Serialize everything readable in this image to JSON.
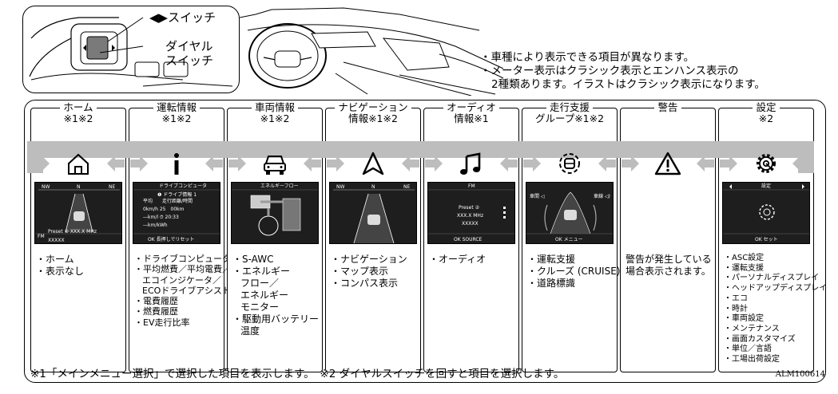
{
  "illustration": {
    "switch_label": "◀▶スイッチ",
    "dial_label_1": "ダイヤル",
    "dial_label_2": "スイッチ"
  },
  "notes": [
    "・車種により表示できる項目が異なります。",
    "・メーター表示はクラシック表示とエンハンス表示の",
    "2種類あります。イラストはクラシック表示になります。"
  ],
  "columns": [
    {
      "title_1": "ホーム",
      "title_2": "※1※2",
      "icon": "home-icon",
      "screen": {
        "header": "",
        "t1": "NW",
        "t2": "N",
        "t3": "NE",
        "t4": "Preset ② XXX.X MHz",
        "t5": "FM",
        "t6": "XXXXX"
      },
      "items": [
        "・ホーム",
        "・表示なし"
      ]
    },
    {
      "title_1": "運転情報",
      "title_2": "※1※2",
      "icon": "info-icon",
      "screen": {
        "header": "ドライブコンピュータ",
        "t1": "❶ ドライブ情報 1",
        "t2": "平均　　走行距離/時間",
        "t3": "0km/h 25　00km",
        "t4": "―km/l ⏱ 20:33",
        "t5": "―km/kWh",
        "t6": "OK 長押しでリセット"
      },
      "items": [
        "・ドライブコンピュータ",
        "・平均燃費／平均電費／",
        "エコインジケータ／",
        "ECOドライブアシスト",
        "・電費履歴",
        "・燃費履歴",
        "・EV走行比率"
      ]
    },
    {
      "title_1": "車両情報",
      "title_2": "※1※2",
      "icon": "car-icon",
      "screen": {
        "header": "エネルギーフロー",
        "t1": "",
        "t2": "",
        "t3": "",
        "t4": "",
        "t5": "",
        "t6": ""
      },
      "items": [
        "・S-AWC",
        "・エネルギー",
        "フロー／",
        "エネルギー",
        "モニター",
        "・駆動用バッテリー",
        "温度"
      ]
    },
    {
      "title_1": "ナビゲーション",
      "title_2": "情報※1※2",
      "icon": "navigation-icon",
      "screen": {
        "header": "",
        "t1": "NW",
        "t2": "N",
        "t3": "NE",
        "t4": "",
        "t5": "",
        "t6": ""
      },
      "items": [
        "・ナビゲーション",
        "・マップ表示",
        "・コンパス表示"
      ]
    },
    {
      "title_1": "オーディオ",
      "title_2": "情報※1",
      "icon": "music-note-icon",
      "screen": {
        "header": "FM",
        "t1": "Preset ②",
        "t2": "XXX.X MHz",
        "t3": "XXXXX",
        "t4": "OK SOURCE",
        "t5": "",
        "t6": ""
      },
      "items": [
        "・オーディオ"
      ]
    },
    {
      "title_1": "走行支援",
      "title_2": "グループ※1※2",
      "icon": "driving-assist-icon",
      "screen": {
        "header": "",
        "t1": "車間 ◁",
        "t2": "車線 ◁)",
        "t3": "OK メニュー",
        "t4": "",
        "t5": "",
        "t6": ""
      },
      "items": [
        "・運転支援",
        "・クルーズ (CRUISE)",
        "・道路標識"
      ]
    },
    {
      "title_1": "警告",
      "title_2": "",
      "icon": "warning-icon",
      "screen": {
        "header": "",
        "t1": "",
        "t2": "",
        "t3": "",
        "t4": "",
        "t5": "",
        "t6": ""
      },
      "items": [
        "警告が発生している",
        "場合表示されます。"
      ]
    },
    {
      "title_1": "設定",
      "title_2": "※2",
      "icon": "gear-icon",
      "screen": {
        "header": "設定",
        "t1": "OK セット",
        "t2": "",
        "t3": "",
        "t4": "",
        "t5": "",
        "t6": ""
      },
      "items": [
        "・ASC設定",
        "・運転支援",
        "・パーソナルディスプレイ",
        "・ヘッドアップディスプレイ",
        "・エコ",
        "・時計",
        "・車両設定",
        "・メンテナンス",
        "・画面カスタマイズ",
        "・単位／言語",
        "・工場出荷設定"
      ]
    }
  ],
  "footer": "※1「メインメニュー選択」で選択した項目を表示します。　※2 ダイヤルスイッチを回すと項目を選択します。",
  "code": "ALM100614"
}
